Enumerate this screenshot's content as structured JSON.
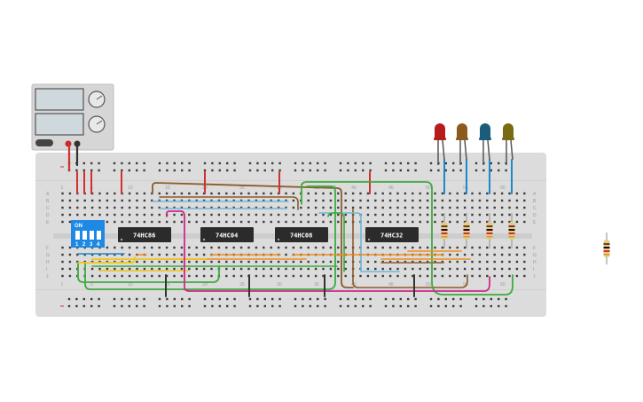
{
  "canvas": {
    "background": "#ffffff"
  },
  "breadboard": {
    "color": "#dcdcdc",
    "rail_top_minus": "#c0392b",
    "rail_top_plus": "#2c6fbf",
    "column_labels": [
      "1",
      "5",
      "10",
      "15",
      "20",
      "25",
      "30",
      "35",
      "40",
      "45",
      "50",
      "55",
      "60"
    ],
    "row_labels_top": [
      "A",
      "B",
      "C",
      "D",
      "E"
    ],
    "row_labels_bottom": [
      "F",
      "G",
      "H",
      "I",
      "J"
    ]
  },
  "power_supply": {
    "name": "power-supply",
    "display_color": "#cfd8dc",
    "body_color": "#d6d6d6",
    "terminal_labels": [
      "-",
      "+"
    ]
  },
  "dip_switch": {
    "top_label": "ON",
    "switch_numbers": [
      "1",
      "2",
      "3",
      "4"
    ],
    "color": "#1e88e5"
  },
  "chips": [
    {
      "label": "74HC86"
    },
    {
      "label": "74HC04"
    },
    {
      "label": "74HC08"
    },
    {
      "label": "74HC32"
    }
  ],
  "leds": [
    {
      "color": "#b71c1c"
    },
    {
      "color": "#8d5a1e"
    },
    {
      "color": "#1a5c7a"
    },
    {
      "color": "#7a6a12"
    }
  ],
  "wire_colors": {
    "red": "#d32f2f",
    "black": "#333333",
    "brown": "#8d5a2b",
    "lightblue": "#6fb7d6",
    "blue": "#1e88c8",
    "green": "#3cab3c",
    "orange": "#f08c1a",
    "yellow": "#f2c417",
    "magenta": "#d0288c"
  }
}
